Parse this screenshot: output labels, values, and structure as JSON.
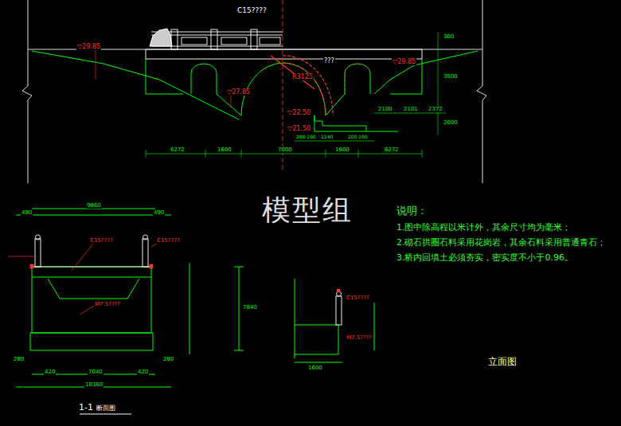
{
  "diagram": {
    "labels": [
      "C15????",
      "▽29.85",
      "▽27.85",
      "R3125",
      "???",
      "▽22.50",
      "▽21.50",
      "▽29.85",
      "6272",
      "1600",
      "7000",
      "1600",
      "6272",
      "200 200",
      "2240",
      "200 200",
      "2100",
      "2101",
      "2372",
      "300",
      "3500",
      "2000",
      "模型组",
      "说明：",
      "1.图中除高程以米计外，其余尺寸均为毫米；",
      "2.砌石拱圈石料采用花岗岩，其余石料采用普通青石；",
      "3.桥内回填土必须夯实，密实度不小于0.96。",
      "9860",
      "490",
      "490",
      "C15????",
      "C15????",
      "M7.5????",
      "7040",
      "420",
      "420",
      "10360",
      "280",
      "280",
      "7840",
      "C15????",
      "M7.5????",
      "1600",
      "立面图",
      "1-1",
      "断面图"
    ]
  }
}
